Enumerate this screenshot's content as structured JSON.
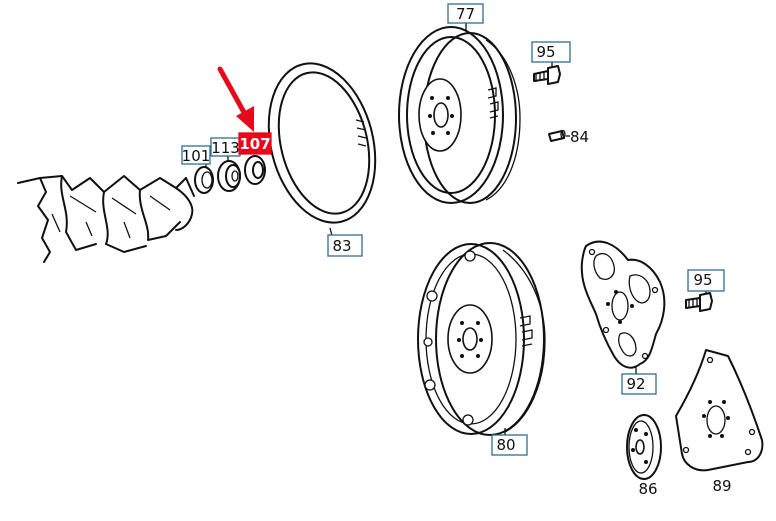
{
  "labels": {
    "p77": "77",
    "p95a": "95",
    "p84": "84",
    "p101": "101",
    "p113": "113",
    "p107": "107",
    "p83": "83",
    "p95b": "95",
    "p92": "92",
    "p80": "80",
    "p86": "86",
    "p89": "89"
  },
  "highlight_color": "#e5091b",
  "label_border_color": "#2f6e8f"
}
